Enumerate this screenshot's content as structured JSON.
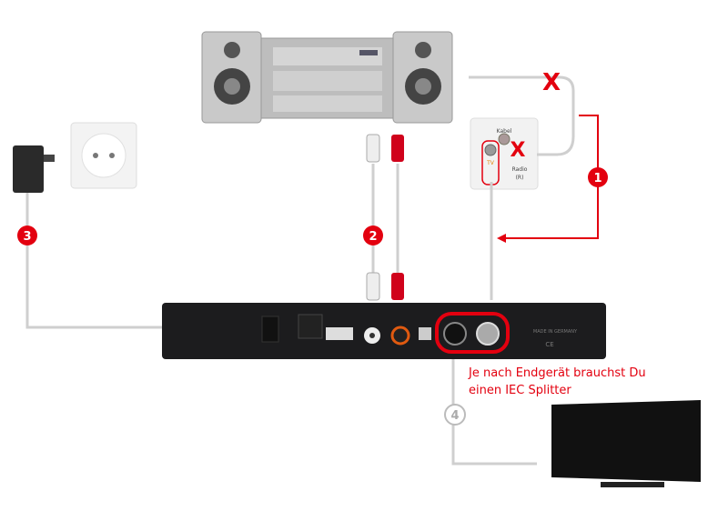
{
  "colors": {
    "accent": "#e3000f",
    "device": "#1c1c1e",
    "cable": "#d8d8d8"
  },
  "steps": [
    "1",
    "2",
    "3",
    "4"
  ],
  "wall_socket": {
    "kabel": "Kabel",
    "tv": "TV",
    "radio": "Radio",
    "radio_sub": "(R)"
  },
  "marks": {
    "x_stereo": "X",
    "x_radio": "X"
  },
  "receiver": {
    "made_in": "MADE IN GERMANY",
    "ce": "CE"
  },
  "note": {
    "line1": "Je nach Endgerät brauchst Du",
    "line2": "einen IEC Splitter"
  }
}
